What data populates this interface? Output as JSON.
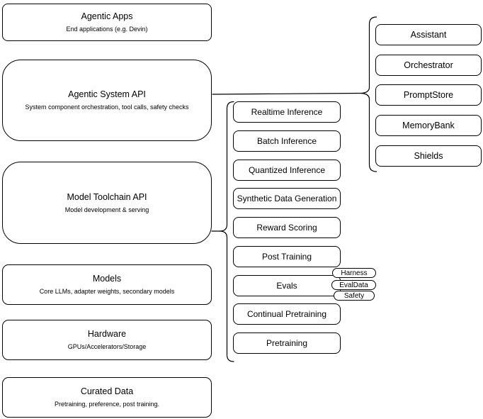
{
  "diagram": {
    "left_stack": [
      {
        "title": "Agentic Apps",
        "subtitle": "End applications (e.g. Devin)"
      },
      {
        "title": "Agentic System API",
        "subtitle": "System component orchestration, tool calls, safety checks"
      },
      {
        "title": "Model Toolchain API",
        "subtitle": "Model development & serving"
      },
      {
        "title": "Models",
        "subtitle": "Core LLMs, adapter weights, secondary models"
      },
      {
        "title": "Hardware",
        "subtitle": "GPUs/Accelerators/Storage"
      },
      {
        "title": "Curated Data",
        "subtitle": "Pretraining, preference, post training."
      }
    ],
    "toolchain_components": [
      "Realtime Inference",
      "Batch Inference",
      "Quantized Inference",
      "Synthetic Data Generation",
      "Reward Scoring",
      "Post Training",
      "Evals",
      "Continual Pretraining",
      "Pretraining"
    ],
    "eval_tags": [
      "Harness",
      "EvalData",
      "Safety"
    ],
    "system_components": [
      "Assistant",
      "Orchestrator",
      "PromptStore",
      "MemoryBank",
      "Shields"
    ],
    "colors": {
      "stroke": "#000000",
      "background": "#ffffff",
      "text": "#000000"
    }
  }
}
